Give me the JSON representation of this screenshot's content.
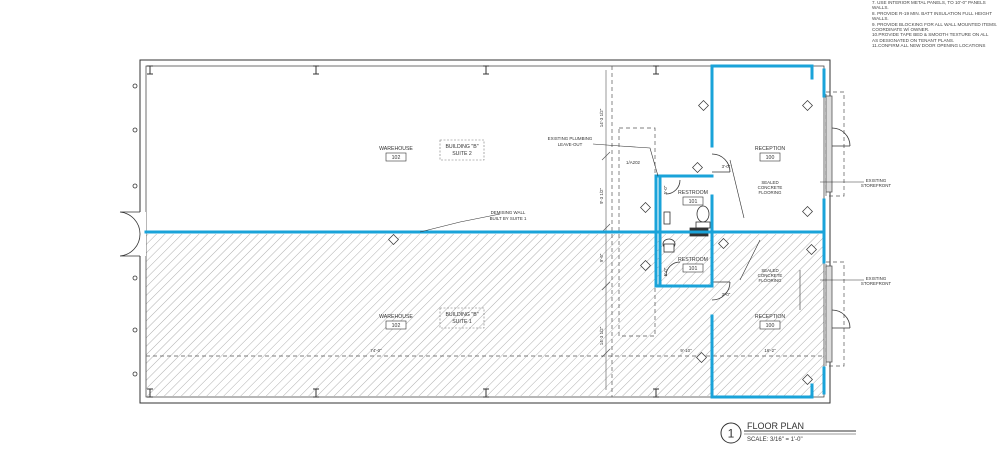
{
  "notes": [
    "7. USE INTERIOR METAL PANELS, TO 10'-0\" PANELS",
    "WALLS.",
    "8. PROVIDE R-19 MIN. BATT INSULATION FULL HEIGHT",
    "WALLS.",
    "9. PROVIDE BLOCKING FOR ALL WALL MOUNTED ITEMS.",
    "COORDINATE W/ OWNER.",
    "10.PROVIDE TAPE BED & SMOOTH TEXTURE ON ALL",
    "AS DESIGNATED ON TENANT PLANS.",
    "11.CONFIRM ALL NEW DOOR OPENING LOCATIONS"
  ],
  "rooms": {
    "warehouse_top": {
      "name": "WAREHOUSE",
      "number": "102"
    },
    "warehouse_bottom": {
      "name": "WAREHOUSE",
      "number": "102"
    },
    "building_top": {
      "line1": "BUILDING \"B\"",
      "line2": "SUITE 2"
    },
    "building_bottom": {
      "line1": "BUILDING \"B\"",
      "line2": "SUITE 1"
    },
    "reception_top": {
      "name": "RECEPTION",
      "number": "100"
    },
    "reception_bottom": {
      "name": "RECEPTION",
      "number": "100"
    },
    "restroom_top": {
      "name": "RESTROOM",
      "number": "101"
    },
    "restroom_bottom": {
      "name": "RESTROOM",
      "number": "101"
    }
  },
  "annotations": {
    "plumbing": [
      "EXISTING PLUMBING",
      "LEAVE-OUT"
    ],
    "detail_ref": "1/A202",
    "demising": [
      "DEMISING WALL",
      "BUILT BY SUITE 1"
    ],
    "flooring_top": [
      "SEALED",
      "CONCRETE",
      "FLOORING"
    ],
    "flooring_bottom": [
      "SEALED",
      "CONCRETE",
      "FLOORING"
    ],
    "storefront_top": [
      "EXISTING",
      "STOREFRONT"
    ],
    "storefront_bottom": [
      "EXISTING",
      "STOREFRONT"
    ]
  },
  "dimensions": {
    "v1": "14'-3 1/2\"",
    "v2": "9'-3 1/2\"",
    "v3": "9'-6\"",
    "v4": "14'-3 1/2\"",
    "h1": "74'-0\"",
    "h2": "9'-10\"",
    "h3": "16'-2\"",
    "door_top": "3'-0\"",
    "door_bottom": "3'-0\"",
    "rr_top": "5'-0\"",
    "rr_bottom": "5'-0\""
  },
  "title_block": {
    "number": "1",
    "title": "FLOOR PLAN",
    "scale": "SCALE: 3/16\" = 1'-0\""
  },
  "colors": {
    "new_wall": "#1aa3d9",
    "existing_line": "#333333",
    "hatch": "#9a9a9a"
  }
}
